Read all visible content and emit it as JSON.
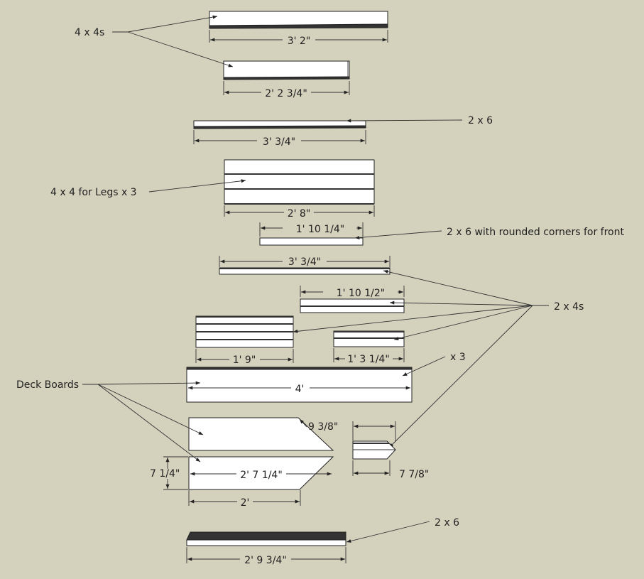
{
  "labels": {
    "four_by_fours": "4 x 4s",
    "two_by_six_a": "2 x 6",
    "legs": "4 x 4 for Legs x 3",
    "front": "2 x 6 with rounded corners for front",
    "two_by_fours": "2 x 4s",
    "x3": "x 3",
    "deck_boards": "Deck Boards",
    "two_by_six_b": "2 x 6"
  },
  "dimensions": {
    "d1": "3' 2\"",
    "d2": "2' 2 3/4\"",
    "d3": "3' 3/4\"",
    "d4": "2' 8\"",
    "d5": "1' 10 1/4\"",
    "d6": "3' 3/4\"",
    "d7": "1' 10 1/2\"",
    "d8": "1' 9\"",
    "d9": "1' 3 1/4\"",
    "d10": "4'",
    "d11": "9 3/8\"",
    "d12": "7 1/4\"",
    "d13": "2' 7 1/4\"",
    "d14": "7 7/8\"",
    "d15": "2'",
    "d16": "2' 9 3/4\""
  },
  "colors": {
    "background": "#d4d1bc",
    "board": "#ffffff",
    "edge": "#222222",
    "dark_face": "#333333"
  }
}
